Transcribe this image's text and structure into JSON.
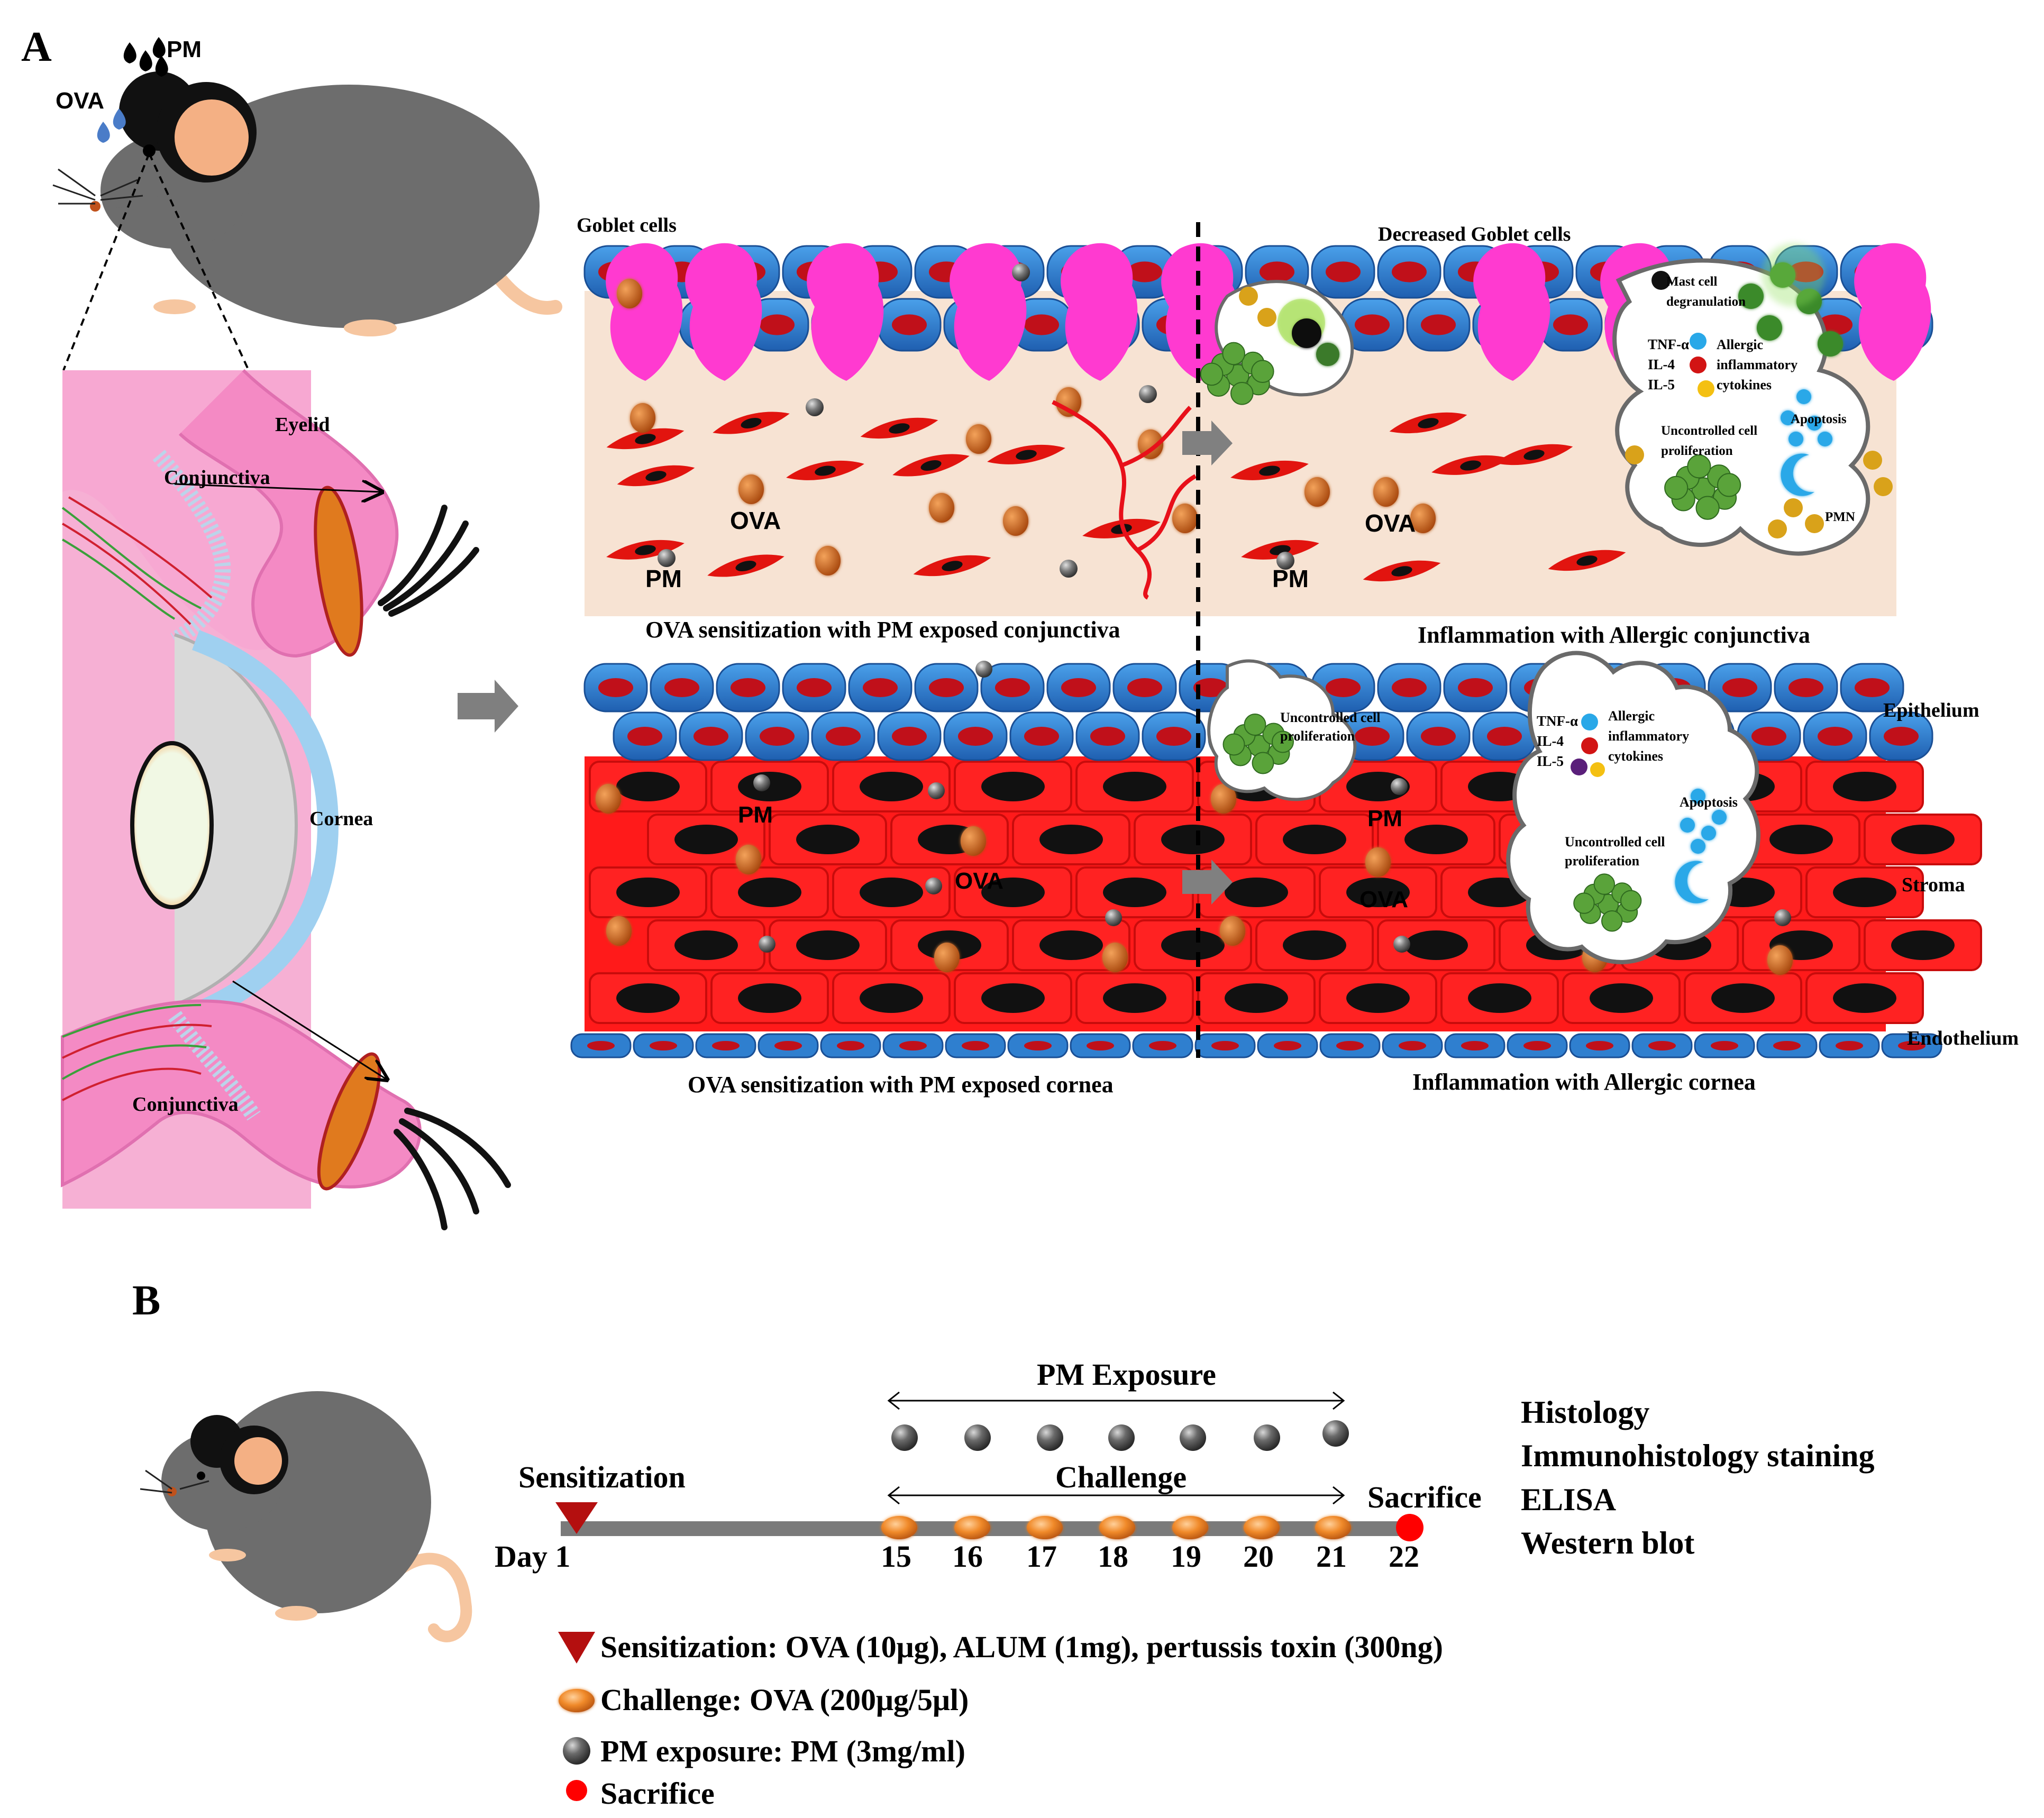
{
  "panel_a": {
    "label": "A",
    "mouse_labels": {
      "pm": "PM",
      "ova": "OVA"
    },
    "eye_labels": {
      "eyelid": "Eyelid",
      "conjunctiva_top": "Conjunctiva",
      "cornea": "Cornea",
      "conjunctiva_bottom": "Conjunctiva"
    },
    "conj_left": {
      "goblet": "Goblet cells",
      "ova": "OVA",
      "pm": "PM",
      "caption": "OVA sensitization with PM exposed conjunctiva"
    },
    "conj_right": {
      "goblet": "Decreased Goblet cells",
      "mast1": "Mast cell",
      "mast2": "degranulation",
      "tnf": "TNF-α",
      "il4": "IL-4",
      "il5": "IL-5",
      "allergic": "Allergic",
      "inflammatory": "inflammatory",
      "cytokines": "cytokines",
      "apoptosis": "Apoptosis",
      "uncontrolled1": "Uncontrolled cell",
      "uncontrolled2": "proliferation",
      "pmn": "PMN",
      "ova": "OVA",
      "pm": "PM",
      "caption": "Inflammation with Allergic conjunctiva"
    },
    "cornea_left": {
      "pm": "PM",
      "ova": "OVA",
      "caption": "OVA sensitization with PM exposed cornea"
    },
    "cornea_right": {
      "uncontrolled1": "Uncontrolled cell",
      "uncontrolled2": "proliferation",
      "tnf": "TNF-α",
      "il4": "IL-4",
      "il5": "IL-5",
      "allergic": "Allergic",
      "inflammatory": "inflammatory",
      "cytokines": "cytokines",
      "apoptosis": "Apoptosis",
      "uncontrolled3": "Uncontrolled cell",
      "uncontrolled4": "proliferation",
      "pm": "PM",
      "ova": "OVA",
      "caption": "Inflammation with Allergic cornea"
    },
    "layers": {
      "epithelium": "Epithelium",
      "stroma": "Stroma",
      "endothelium": "Endothelium"
    }
  },
  "panel_b": {
    "label": "B",
    "pm_exposure": "PM Exposure",
    "challenge": "Challenge",
    "sensitization": "Sensitization",
    "sacrifice": "Sacrifice",
    "day_label": "Day 1",
    "days": [
      "15",
      "16",
      "17",
      "18",
      "19",
      "20",
      "21",
      "22"
    ],
    "assays": [
      "Histology",
      "Immunohistology staining",
      "ELISA",
      "Western blot"
    ],
    "legend": [
      {
        "symbol": "triangle",
        "text": "Sensitization: OVA (10μg), ALUM (1mg), pertussis toxin (300ng)"
      },
      {
        "symbol": "orange-oval",
        "text": "Challenge: OVA (200μg/5μl)"
      },
      {
        "symbol": "gray-sphere",
        "text": "PM exposure: PM (3mg/ml)"
      },
      {
        "symbol": "red-dot",
        "text": "Sacrifice"
      }
    ]
  },
  "colors": {
    "epithelium": "#2f7fcf",
    "nucleus": "#c0101a",
    "stroma_bg": "#f7e3d3",
    "goblet": "#ff3ad0",
    "ova": "#c8651a",
    "pm": "#6e6e6e",
    "cornea_stroma": "#ff1a1a",
    "lobe_green": "#5aa33a",
    "mouse_body": "#6d6d6d",
    "arrow": "#808080",
    "sacrifice": "#ff0000",
    "sensitization": "#b40f0f"
  }
}
